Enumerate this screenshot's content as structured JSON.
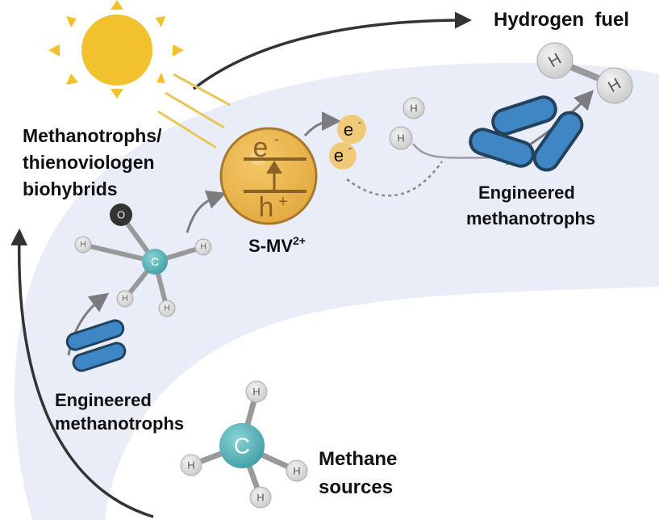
{
  "labels": {
    "hydrogen_fuel": "Hydrogen  fuel",
    "biohybrids": [
      "Methanotrophs/",
      "thienoviologen",
      "biohybrids"
    ],
    "photocatalyst": "S-MV",
    "photocatalyst_charge": "2+",
    "engineered_right": [
      "Engineered",
      "methanotrophs"
    ],
    "engineered_left": [
      "Engineered",
      "methanotrophs"
    ],
    "methane_sources": [
      "Methane",
      "sources"
    ]
  },
  "symbols": {
    "electron": "e",
    "electron_charge": "-",
    "hole": "h",
    "hole_charge": "+",
    "hydrogen": "H",
    "carbon": "C",
    "oxygen": "O"
  },
  "colors": {
    "band": "#e9edf8",
    "sun": "#f2c12e",
    "sphere": "#e9b54c",
    "sphere_stroke": "#a9782a",
    "carbon": "#5fb8bd",
    "bacteria": "#3f86c4",
    "bacteria_outline": "#23425d",
    "arrow": "#7c7c80"
  }
}
